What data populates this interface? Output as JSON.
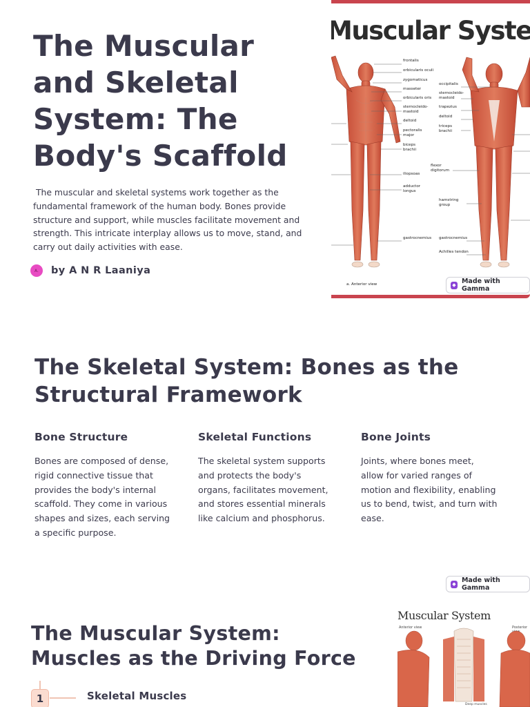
{
  "slide1": {
    "title": "The Muscular and Skeletal System: The Body's Scaffold",
    "description": " The muscular and skeletal systems work together as the fundamental framework of the human body. Bones provide structure and support, while muscles facilitate movement and strength. This intricate interplay allows us to move, stand, and carry out daily activities with ease.",
    "author": "by A N R Laaniya",
    "avatar_initials": "A.",
    "image": {
      "poster_title": "Muscular System",
      "view_caption": "a. Anterior view",
      "labels_left": [
        "frontalis",
        "orbicularis oculi",
        "zygomaticus",
        "masseter",
        "orbicularis oris",
        "sternocleido-",
        "mastoid",
        "deltoid",
        "pectoralis",
        "major",
        "biceps",
        "brachii",
        "iliopsoas",
        "adductor",
        "longus",
        "gastrocnemius"
      ],
      "labels_right": [
        "occipitalis",
        "sternocleido-",
        "mastoid",
        "trapezius",
        "deltoid",
        "triceps",
        "brachii",
        "flexor",
        "digitorum",
        "hamstring",
        "group",
        "gastrocnemius",
        "Achilles tendon"
      ]
    },
    "badge": "Made with Gamma"
  },
  "slide2": {
    "title": "The Skeletal System: Bones as the Structural Framework",
    "columns": [
      {
        "heading": "Bone Structure",
        "body": "Bones are composed of dense, rigid connective tissue that provides the body's internal scaffold. They come in various shapes and sizes, each serving a specific purpose."
      },
      {
        "heading": "Skeletal Functions",
        "body": "The skeletal system supports and protects the body's organs, facilitates movement, and stores essential minerals like calcium and phosphorus."
      },
      {
        "heading": "Bone Joints",
        "body": "Joints, where bones meet, allow for varied ranges of motion and flexibility, enabling us to bend, twist, and turn with ease."
      }
    ],
    "badge": "Made with Gamma"
  },
  "slide3": {
    "title": "The Muscular System: Muscles as the Driving Force",
    "steps": [
      {
        "number": "1",
        "label": "Skeletal Muscles"
      }
    ],
    "image": {
      "poster_title": "Muscular System",
      "caption_left": "Anterior view",
      "caption_right": "Posterior view",
      "caption_bottom": "Deep muscles"
    }
  },
  "colors": {
    "heading": "#3b3a4c",
    "accent_red": "#c9444e",
    "avatar": "#e84bc2",
    "step_badge": "#fbdcd0",
    "muscle": "#d9664a",
    "gamma_purple": "#8b43d6"
  }
}
